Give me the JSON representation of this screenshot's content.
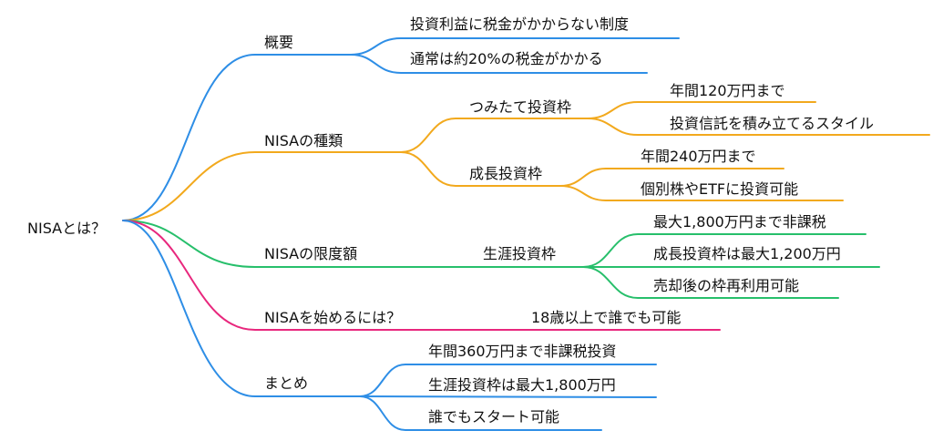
{
  "root": {
    "label": "NISAとは？"
  },
  "colors": {
    "overview": "#2e8ee6",
    "types": "#f2a91d",
    "limits": "#27bf6b",
    "start": "#e8277d",
    "summary": "#2e8ee6"
  },
  "branches": {
    "overview": {
      "label": "概要",
      "children": [
        "投資利益に税金がかからない制度",
        "通常は約20%の税金がかかる"
      ]
    },
    "types": {
      "label": "NISAの種類",
      "tsumitate": {
        "label": "つみたて投資枠",
        "children": [
          "年間120万円まで",
          "投資信託を積み立てるスタイル"
        ]
      },
      "growth": {
        "label": "成長投資枠",
        "children": [
          "年間240万円まで",
          "個別株やETFに投資可能"
        ]
      }
    },
    "limits": {
      "label": "NISAの限度額",
      "lifetime": {
        "label": "生涯投資枠",
        "children": [
          "最大1,800万円まで非課税",
          "成長投資枠は最大1,200万円",
          "売却後の枠再利用可能"
        ]
      }
    },
    "start": {
      "label": "NISAを始めるには？",
      "children": [
        "18歳以上で誰でも可能"
      ]
    },
    "summary": {
      "label": "まとめ",
      "children": [
        "年間360万円まで非課税投資",
        "生涯投資枠は最大1,800万円",
        "誰でもスタート可能"
      ]
    }
  }
}
